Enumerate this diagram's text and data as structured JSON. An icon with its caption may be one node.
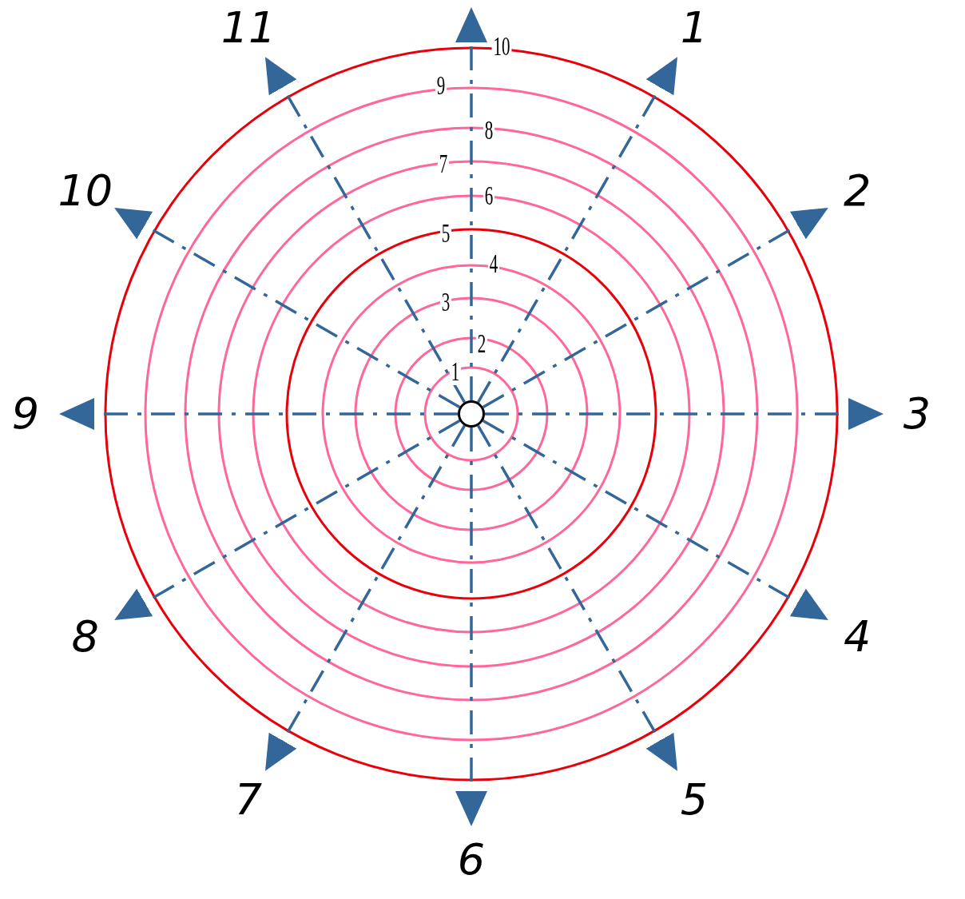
{
  "diagram": {
    "nodes": [
      {
        "text": [],
        "shape": "circle"
      },
      {
        "text": [
          "11"
        ]
      },
      {
        "text": [
          "1"
        ]
      },
      {
        "text": [
          "10"
        ]
      },
      {
        "text": [
          "2"
        ]
      },
      {
        "text": [
          "9"
        ]
      },
      {
        "text": [
          "3"
        ]
      },
      {
        "text": [
          "8"
        ]
      },
      {
        "text": [
          "4"
        ]
      },
      {
        "text": [
          "7"
        ]
      },
      {
        "text": [
          "5"
        ]
      },
      {
        "text": [
          "6"
        ]
      }
    ],
    "edges": [
      {
        "from": 0,
        "to": null,
        "arrow": "to",
        "style": "dashed"
      },
      {
        "from": 0,
        "to": 2,
        "arrow": "to",
        "style": "dashed"
      },
      {
        "from": 0,
        "to": 4,
        "arrow": "to",
        "style": "dashed"
      },
      {
        "from": 0,
        "to": 6,
        "arrow": "to",
        "style": "dashed"
      },
      {
        "from": 0,
        "to": 8,
        "arrow": "to",
        "style": "dashed"
      },
      {
        "from": 0,
        "to": 10,
        "arrow": "to",
        "style": "dashed"
      },
      {
        "from": 0,
        "to": 11,
        "arrow": "to",
        "style": "dashed"
      },
      {
        "from": 0,
        "to": 9,
        "arrow": "to",
        "style": "dashed"
      },
      {
        "from": 0,
        "to": 7,
        "arrow": "to",
        "style": "dashed"
      },
      {
        "from": 0,
        "to": 5,
        "arrow": "to",
        "style": "dashed"
      },
      {
        "from": 0,
        "to": 3,
        "arrow": "to",
        "style": "dashed"
      },
      {
        "from": 0,
        "to": 1,
        "arrow": "to",
        "style": "dashed"
      }
    ],
    "labels": [
      "10",
      "9",
      "8",
      "7",
      "6",
      "5",
      "4",
      "3",
      "2",
      "1"
    ]
  }
}
